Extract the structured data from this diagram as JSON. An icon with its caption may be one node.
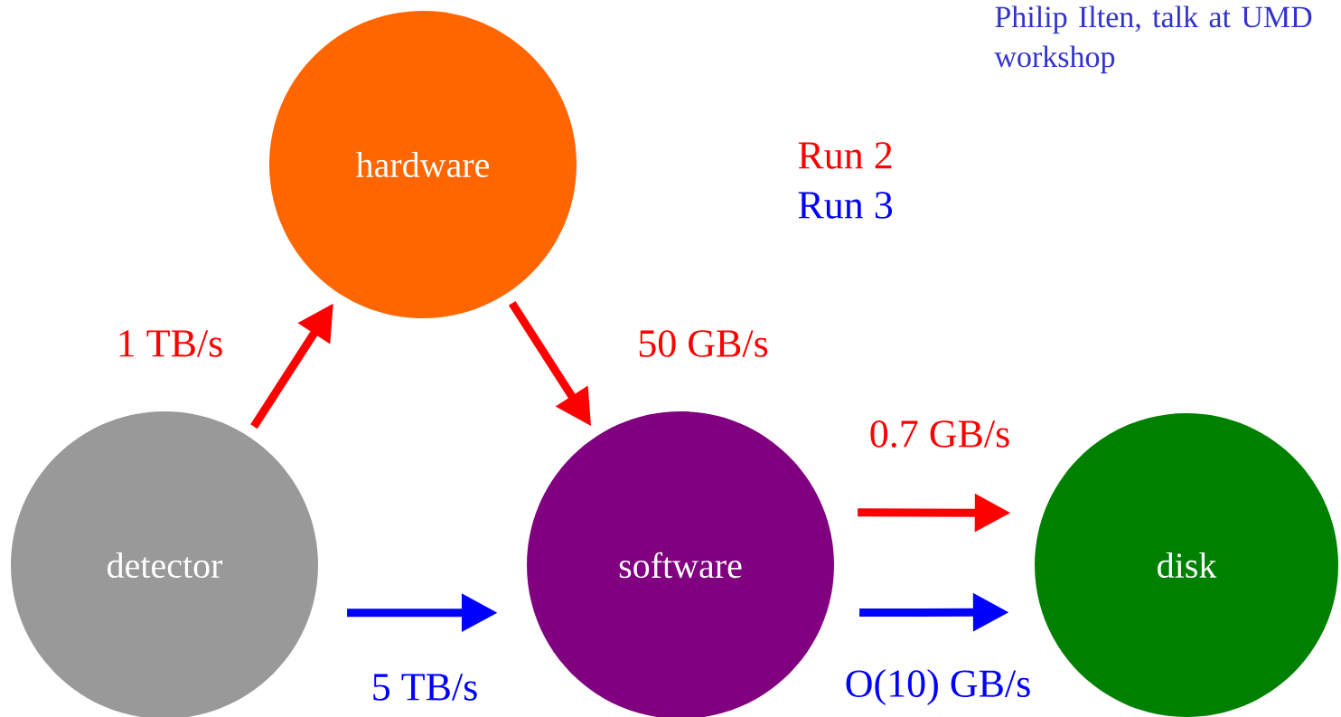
{
  "diagram": {
    "nodes": [
      {
        "text": [
          "hardware"
        ]
      },
      {
        "text": [
          "detector"
        ]
      },
      {
        "text": [
          "software"
        ]
      },
      {
        "text": [
          "disk"
        ]
      }
    ],
    "edges": [
      {
        "from": 1,
        "to": 0,
        "arrow": "to",
        "label": "1 TB/s"
      },
      {
        "from": 0,
        "to": 2,
        "arrow": "to",
        "label": "50 GB/s"
      },
      {
        "from": 1,
        "to": 2,
        "arrow": "to",
        "label": "5 TB/s",
        "color": "#0000ff"
      },
      {
        "from": 2,
        "to": 3,
        "arrow": "to",
        "label": "0.7 GB/s"
      },
      {
        "from": 2,
        "to": 3,
        "arrow": "to",
        "label": "O(10) GB/s",
        "color": "#0000ff"
      }
    ],
    "labels": [
      "Philip Ilten, talk at UMD workshop"
    ],
    "legend": [
      {
        "text": "Run 2",
        "color": "#ff0000"
      },
      {
        "text": "Run 3",
        "color": "#0000ff"
      }
    ]
  }
}
